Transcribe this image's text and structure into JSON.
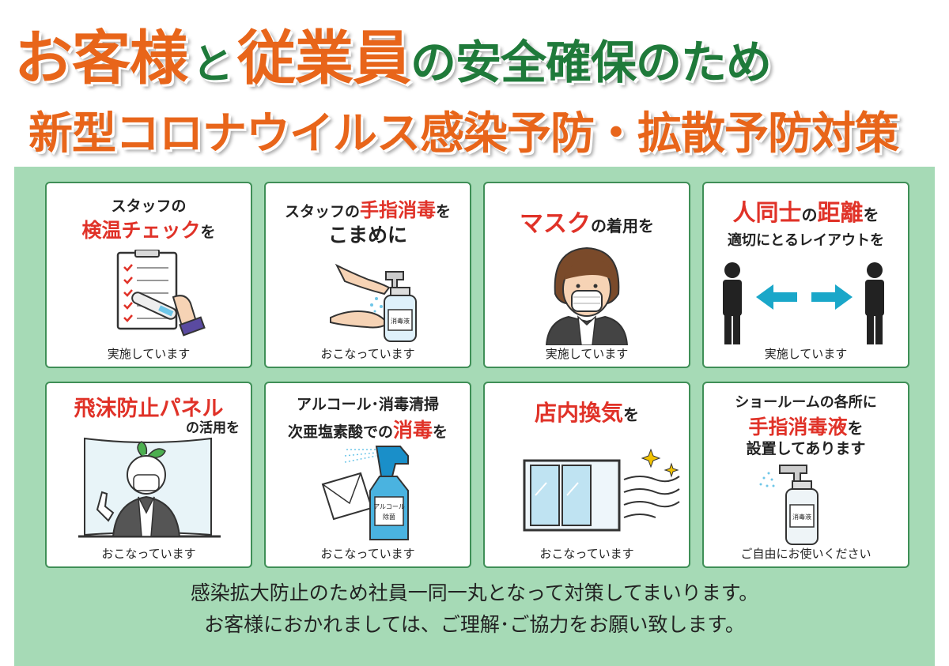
{
  "header": {
    "title_part1": "お客様",
    "title_part2": "と",
    "title_part3": "従業員",
    "title_part4": "の安全確保のため",
    "subtitle": "新型コロナウイルス感染予防・拡散予防対策"
  },
  "cards": [
    {
      "line1": "スタッフの",
      "line2a": "検温チェック",
      "line2b": "を",
      "footer": "実施しています"
    },
    {
      "line1a": "スタッフの",
      "line1b": "手指消毒",
      "line1c": "を",
      "line2": "こまめに",
      "footer": "おこなっています",
      "bottle_label": "消毒液"
    },
    {
      "line1a": "マスク",
      "line1b": "の着用を",
      "footer": "実施しています"
    },
    {
      "line1a": "人同士",
      "line1b": "の",
      "line1c": "距離",
      "line1d": "を",
      "line2": "適切にとるレイアウトを",
      "footer": "実施しています"
    },
    {
      "line1": "飛沫防止パネル",
      "line2": "の活用を",
      "footer": "おこなっています"
    },
    {
      "line1": "アルコール･消毒清掃",
      "line2a": "次亜塩素酸での",
      "line2b": "消毒",
      "line2c": "を",
      "footer": "おこなっています",
      "bottle_label1": "アルコール",
      "bottle_label2": "除菌"
    },
    {
      "line1a": "店内換気",
      "line1b": "を",
      "footer": "おこなっています"
    },
    {
      "line1": "ショールームの各所に",
      "line2a": "手指消毒液",
      "line2b": "を",
      "line3": "設置してあります",
      "footer": "ご自由にお使いください",
      "bottle_label": "消毒液"
    }
  ],
  "footer": {
    "line1": "感染拡大防止のため社員一同一丸となって対策してまいります。",
    "line2": "お客様におかれましては、ご理解･ご協力をお願い致します。"
  },
  "colors": {
    "orange": "#e8651a",
    "green": "#1f7a3a",
    "red": "#e03228",
    "panel": "#a6dab6",
    "arrow": "#1aa7c9"
  }
}
